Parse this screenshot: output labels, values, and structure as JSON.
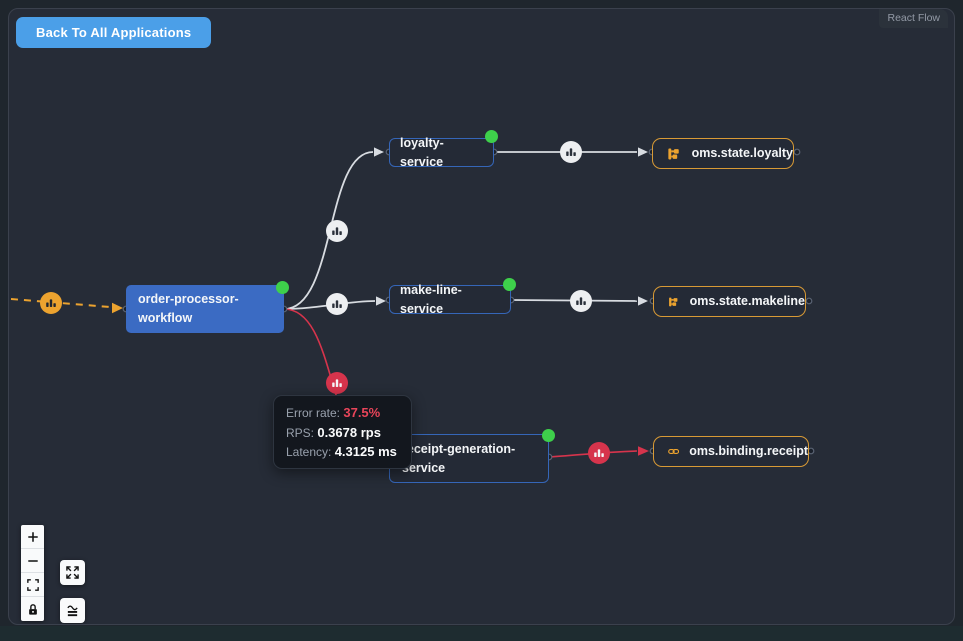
{
  "header": {
    "back_button_label": "Back To All Applications",
    "attribution": "React Flow"
  },
  "graph": {
    "nodes": [
      {
        "id": "order-processor-workflow",
        "label": "order-processor-workflow",
        "type": "workflow",
        "status": "healthy"
      },
      {
        "id": "loyalty-service",
        "label": "loyalty-service",
        "type": "service",
        "status": "healthy"
      },
      {
        "id": "make-line-service",
        "label": "make-line-service",
        "type": "service",
        "status": "healthy"
      },
      {
        "id": "receipt-generation-service",
        "label": "receipt-generation-service",
        "type": "service",
        "status": "healthy"
      },
      {
        "id": "oms.state.loyalty",
        "label": "oms.state.loyalty",
        "type": "component",
        "icon": "state-store-icon"
      },
      {
        "id": "oms.state.makeline",
        "label": "oms.state.makeline",
        "type": "component",
        "icon": "state-store-icon"
      },
      {
        "id": "oms.binding.receipt",
        "label": "oms.binding.receipt",
        "type": "component",
        "icon": "binding-link-icon"
      }
    ],
    "edge_tooltip": {
      "error_rate_label": "Error rate: ",
      "error_rate_value": "37.5%",
      "rps_label": "RPS: ",
      "rps_value": "0.3678 rps",
      "latency_label": "Latency: ",
      "latency_value": "4.3125 ms"
    }
  },
  "controls": {
    "items": [
      "zoom-in",
      "zoom-out",
      "fit-view",
      "lock",
      "expand",
      "metrics-toggle"
    ]
  },
  "colors": {
    "canvas_bg": "#262c37",
    "workflow_node_blue": "#3b6bc3",
    "service_border_blue": "#3566b8",
    "component_border_orange": "#d89a35",
    "component_icon_orange": "#eca32f",
    "edge_gray": "#d8dce1",
    "edge_red": "#d6344c",
    "edge_orange": "#eca32f",
    "status_green": "#3ed04b",
    "error_text_red": "#e8455a",
    "back_button_blue": "#4b9fe8"
  }
}
